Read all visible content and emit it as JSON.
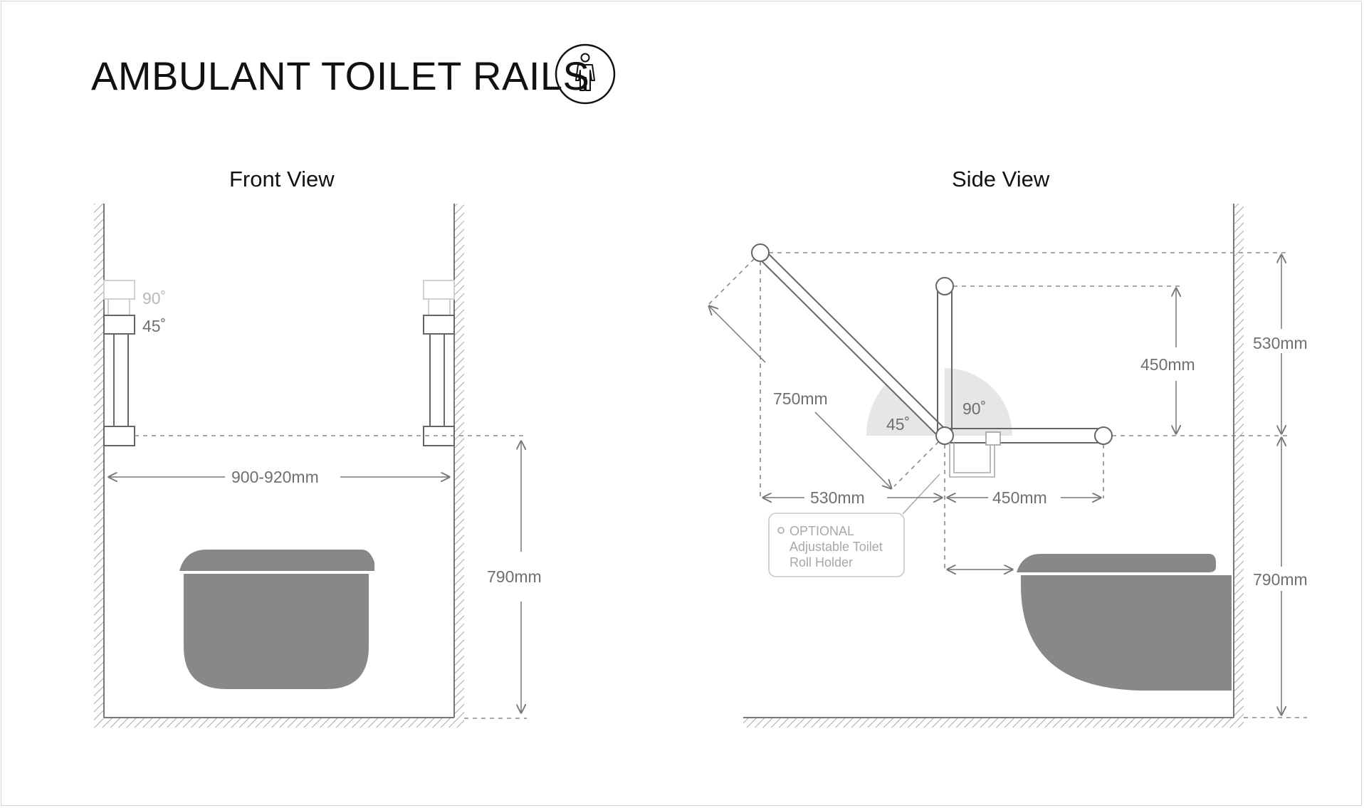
{
  "title": "AMBULANT TOILET RAILS",
  "icons": {
    "badge": "person-standing-icon"
  },
  "front_view": {
    "title": "Front View",
    "angle_90": "90˚",
    "angle_45": "45˚",
    "width_dim": "900-920mm",
    "height_dim": "790mm"
  },
  "side_view": {
    "title": "Side View",
    "diag_dim": "750mm",
    "angle_45": "45˚",
    "angle_90": "90˚",
    "vertical_rail_dim": "450mm",
    "total_rail_dim": "530mm",
    "height_dim": "790mm",
    "horiz_left_dim": "530mm",
    "horiz_right_dim": "450mm",
    "note": {
      "line1": "OPTIONAL",
      "line2": "Adjustable Toilet",
      "line3": "Roll Holder"
    }
  },
  "colors": {
    "line": "#777777",
    "fixture": "#888888",
    "hatch": "#a8a8a8",
    "sector": "#e6e6e6"
  }
}
